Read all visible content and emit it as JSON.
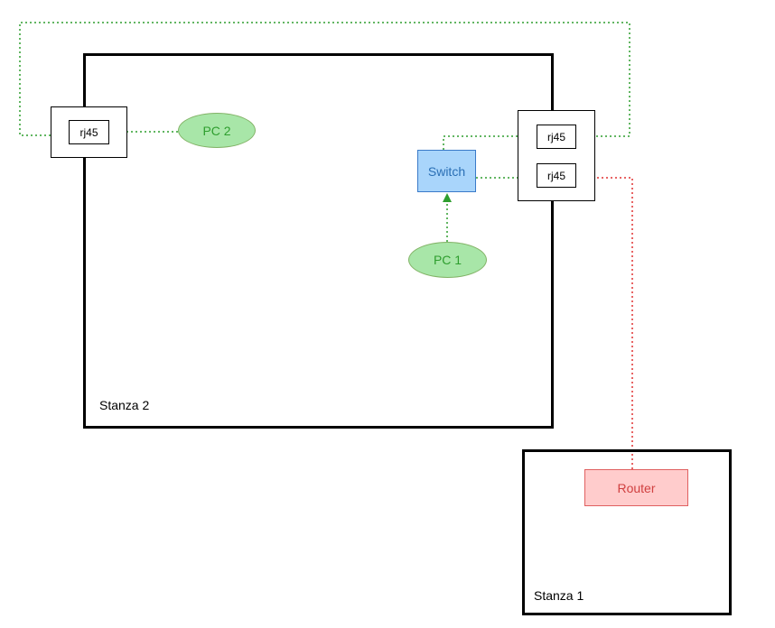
{
  "rooms": {
    "stanza2": {
      "label": "Stanza 2"
    },
    "stanza1": {
      "label": "Stanza 1"
    }
  },
  "sockets": {
    "left": {
      "label": "rj45"
    },
    "right_top": {
      "label": "rj45"
    },
    "right_bottom": {
      "label": "rj45"
    }
  },
  "devices": {
    "pc2": {
      "label": "PC 2"
    },
    "pc1": {
      "label": "PC 1"
    },
    "switch": {
      "label": "Switch"
    },
    "router": {
      "label": "Router"
    }
  },
  "colors": {
    "lan_link": "#2e9e2e",
    "wan_link": "#e03030",
    "pc_fill": "#a8e6a8",
    "switch_fill": "#a9d5fb",
    "router_fill": "#ffcccc"
  }
}
